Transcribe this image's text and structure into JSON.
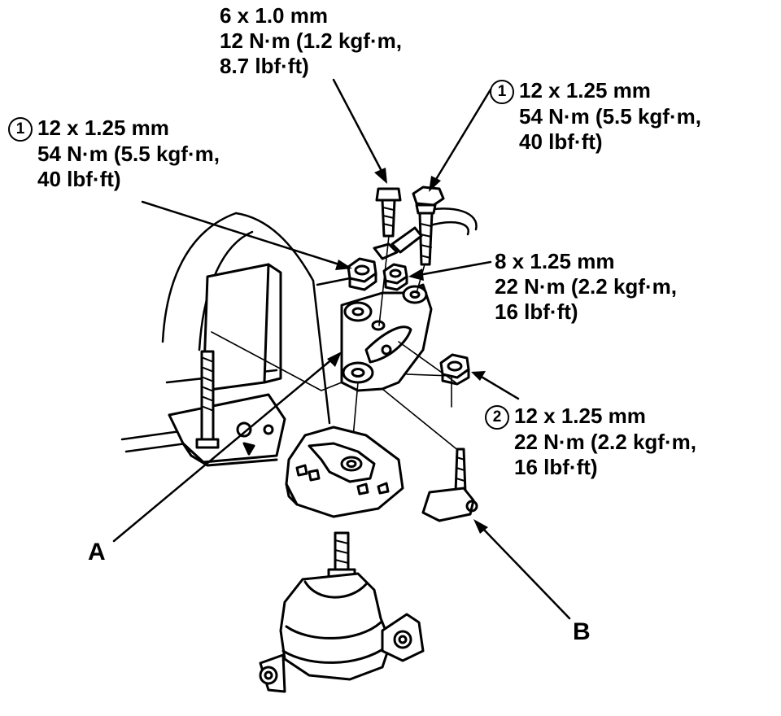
{
  "callouts": {
    "top_bolt": {
      "spec": "6 x 1.0 mm",
      "torque_a": "12 N·m (1.2 kgf·m,",
      "torque_b": "8.7 lbf·ft)"
    },
    "right_bolt": {
      "index": "1",
      "spec": "12 x 1.25 mm",
      "torque_a": "54 N·m (5.5 kgf·m,",
      "torque_b": "40 lbf·ft)"
    },
    "left_nut": {
      "index": "1",
      "spec": "12 x 1.25 mm",
      "torque_a": "54 N·m (5.5 kgf·m,",
      "torque_b": "40 lbf·ft)"
    },
    "mid_bolt": {
      "spec": "8 x 1.25 mm",
      "torque_a": "22 N·m (2.2 kgf·m,",
      "torque_b": "16 lbf·ft)"
    },
    "side_nut": {
      "index": "2",
      "spec": "12 x 1.25 mm",
      "torque_a": "22 N·m (2.2 kgf·m,",
      "torque_b": "16 lbf·ft)"
    }
  },
  "labels": {
    "a": "A",
    "b": "B"
  }
}
